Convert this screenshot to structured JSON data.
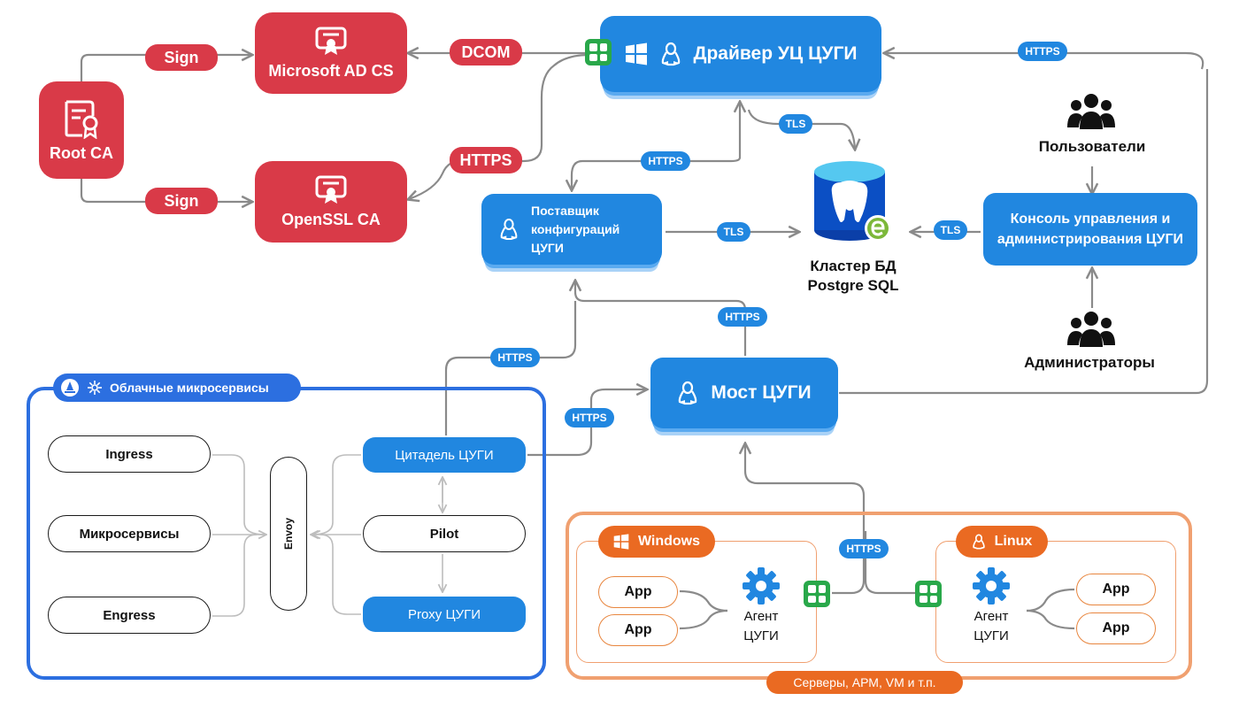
{
  "nodes": {
    "root_ca": "Root CA",
    "ms_adcs": "Microsoft AD CS",
    "openssl": "OpenSSL CA",
    "driver": "Драйвер УЦ ЦУГИ",
    "provider": "Поставщик конфигураций ЦУГИ",
    "db": "Кластер БД Postgre SQL",
    "console": "Консоль управления и администрирования ЦУГИ",
    "users": "Пользователи",
    "admins": "Администраторы",
    "bridge": "Мост ЦУГИ",
    "cloud": "Облачные микросервисы",
    "ingress": "Ingress",
    "micro": "Микросервисы",
    "engress": "Engress",
    "envoy": "Envoy",
    "citadel": "Цитадель ЦУГИ",
    "pilot": "Pilot",
    "proxy": "Proxy ЦУГИ",
    "windows": "Windows",
    "linux": "Linux",
    "app": "App",
    "agent": "Агент ЦУГИ",
    "servers": "Серверы, АРМ, VM и т.п."
  },
  "links": {
    "sign": "Sign",
    "dcom": "DCOM",
    "https": "HTTPS",
    "tls": "TLS"
  },
  "colors": {
    "red": "#d93a48",
    "blue": "#2187e0",
    "orange": "#ea6a22",
    "green": "#29a84a",
    "frame_blue": "#2c6fe0"
  },
  "icons": [
    "certificate-icon",
    "windows-icon",
    "linux-icon",
    "postgresql-icon",
    "users-icon",
    "kubernetes-icon",
    "gear-icon",
    "grid-icon"
  ]
}
